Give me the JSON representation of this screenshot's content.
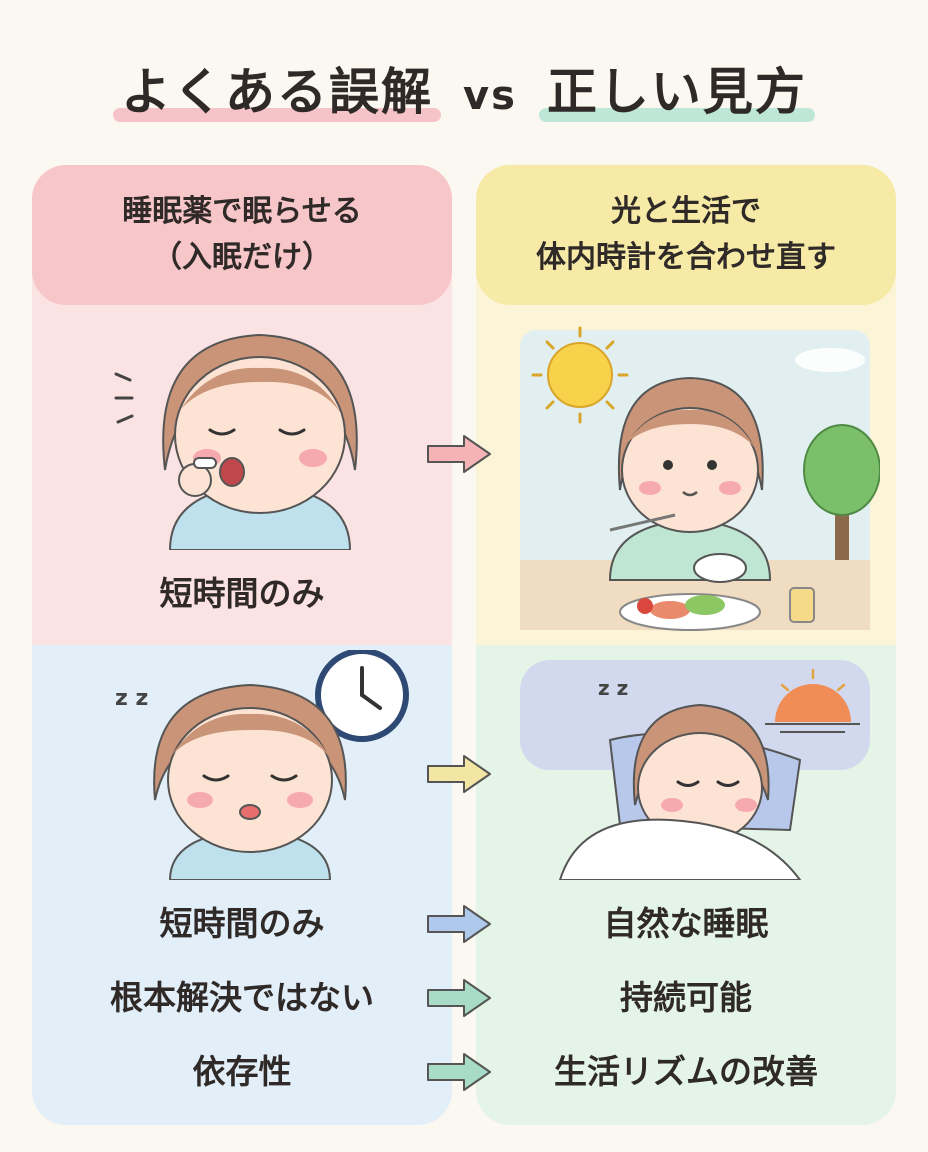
{
  "title": {
    "misconception": "よくある誤解",
    "vs": "vs",
    "correct": "正しい見方"
  },
  "left": {
    "header_line1": "睡眠薬で眠らせる",
    "header_line2": "（入眠だけ）",
    "top_label": "短時間のみ",
    "list": [
      "短時間のみ",
      "根本解決ではない",
      "依存性"
    ]
  },
  "right": {
    "header_line1": "光と生活で",
    "header_line2": "体内時計を合わせ直す",
    "list": [
      "自然な睡眠",
      "持続可能",
      "生活リズムの改善"
    ]
  },
  "colors": {
    "pink": "#f6c6c8",
    "yellow": "#f6eaa6",
    "blue": "#e2eef8",
    "green": "#e4f4e6"
  }
}
